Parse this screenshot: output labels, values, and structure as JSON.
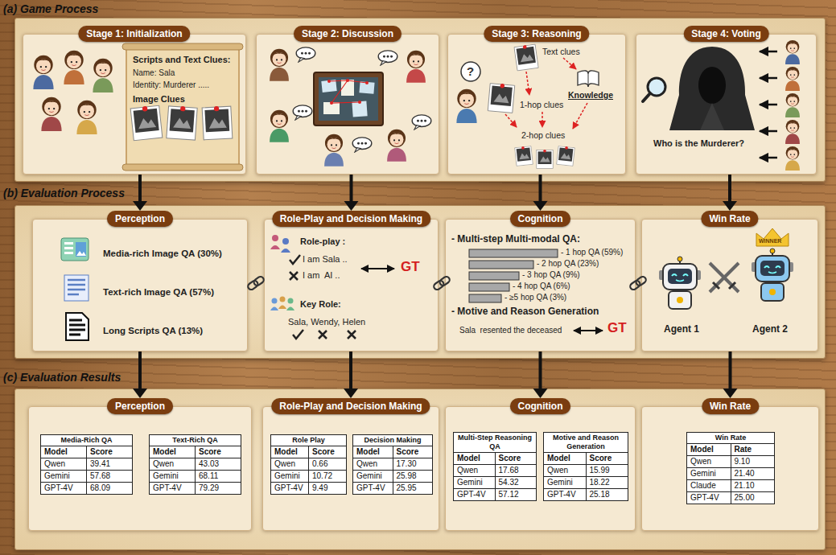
{
  "diagram": {
    "nodes": [
      {
        "text": [
          "Stage 1: Initialization"
        ]
      },
      {
        "text": [
          "Scripts and Text Clues:",
          "Name: Sala",
          "Identity: Murderer .....",
          "Image Clues"
        ],
        "in": 0
      },
      {
        "text": [
          "Stage 2: Discussion"
        ]
      },
      {
        "text": [
          "Stage 3: Reasoning",
          "?",
          "Text clues",
          "Knowledge",
          "1-hop clues",
          "2-hop clues"
        ]
      },
      {
        "text": [
          "Stage 4: Voting",
          "Who is the Murderer?"
        ]
      },
      {
        "text": [
          "Perception",
          "Media-rich Image QA (30%)",
          "Text-rich Image QA (57%)",
          "Long Scripts QA (13%)"
        ]
      },
      {
        "text": [
          "Role-Play and Decision Making",
          "Role-play :",
          "I am Sala ..",
          "I am  AI ..",
          "GT",
          "Key Role:",
          "Sala, Wendy, Helen"
        ]
      },
      {
        "text": [
          "Cognition",
          "- Multi-step Multi-modal QA:",
          "- 1 hop QA (59%)",
          "- 2 hop QA (23%)",
          "- 3 hop QA (9%)",
          "- 4 hop QA (6%)",
          "- ≥5 hop QA (3%)",
          "- Motive and Reason Generation",
          "Sala  resented the deceased",
          "GT"
        ]
      },
      {
        "text": [
          "Win Rate",
          "WINNER",
          "Agent 1",
          "Agent 2"
        ]
      },
      {
        "text": [
          "Perception"
        ]
      },
      {
        "text": [
          "Media-Rich QA"
        ],
        "in": 9
      },
      {
        "text": [
          "Text-Rich QA"
        ],
        "in": 9
      },
      {
        "text": [
          "Role-Play and Decision Making"
        ]
      },
      {
        "text": [
          "Role Play"
        ],
        "in": 12
      },
      {
        "text": [
          "Decision Making"
        ],
        "in": 12
      },
      {
        "text": [
          "Cognition"
        ]
      },
      {
        "text": [
          "Multi-Step Reasoning QA"
        ],
        "in": 15
      },
      {
        "text": [
          "Motive and Reason Generation"
        ],
        "in": 15
      },
      {
        "text": [
          "Win Rate"
        ]
      },
      {
        "text": [
          "Win Rate"
        ],
        "in": 18
      }
    ],
    "edges": [
      {
        "from": 0,
        "to": 5,
        "arrow": "to"
      },
      {
        "from": 2,
        "to": 6,
        "arrow": "to"
      },
      {
        "from": 3,
        "to": 7,
        "arrow": "to"
      },
      {
        "from": 4,
        "to": 8,
        "arrow": "to"
      },
      {
        "from": 5,
        "to": 9,
        "arrow": "to"
      },
      {
        "from": 6,
        "to": 12,
        "arrow": "to"
      },
      {
        "from": 7,
        "to": 15,
        "arrow": "to"
      },
      {
        "from": 8,
        "to": 18,
        "arrow": "to"
      }
    ],
    "labels": [
      "(a) Game Process",
      "(b) Evaluation Process",
      "(c) Evaluation Results",
      "Model",
      "Score",
      "Qwen",
      "39.41",
      "Gemini",
      "57.68",
      "GPT-4V",
      "68.09",
      "Model",
      "Score",
      "Qwen",
      "43.03",
      "Gemini",
      "68.11",
      "GPT-4V",
      "79.29",
      "Model",
      "Score",
      "Qwen",
      "0.66",
      "Gemini",
      "10.72",
      "GPT-4V",
      "9.49",
      "Model",
      "Score",
      "Qwen",
      "17.30",
      "Gemini",
      "25.98",
      "GPT-4V",
      "25.95",
      "Model",
      "Score",
      "Qwen",
      "17.68",
      "Gemini",
      "54.32",
      "GPT-4V",
      "57.12",
      "Model",
      "Score",
      "Qwen",
      "15.99",
      "Gemini",
      "18.22",
      "GPT-4V",
      "25.18",
      "Model",
      "Rate",
      "Qwen",
      "9.10",
      "Gemini",
      "21.40",
      "Claude",
      "21.10",
      "GPT-4V",
      "25.00"
    ]
  }
}
